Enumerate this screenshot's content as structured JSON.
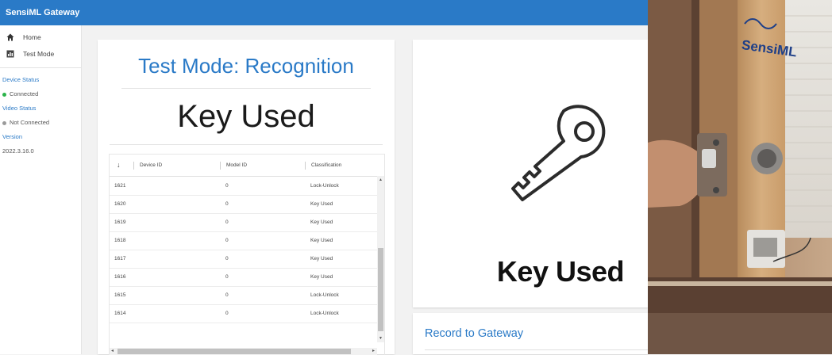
{
  "app": {
    "title": "SensiML Gateway"
  },
  "sidebar": {
    "items": [
      {
        "label": "Home",
        "icon": "home-icon"
      },
      {
        "label": "Test Mode",
        "icon": "chart-icon"
      }
    ],
    "device_status_label": "Device Status",
    "device_status_value": "Connected",
    "device_status_color": "#2bb34a",
    "video_status_label": "Video Status",
    "video_status_value": "Not Connected",
    "video_status_color": "#9a9a9a",
    "version_label": "Version",
    "version_value": "2022.3.16.0"
  },
  "recognition": {
    "title": "Test Mode: Recognition",
    "current_class": "Key Used"
  },
  "table": {
    "sort_icon": "↓",
    "columns": [
      "Device ID",
      "Model ID",
      "Classification"
    ],
    "rows": [
      {
        "id": "1621",
        "model": "0",
        "cls": "Lock-Unlock"
      },
      {
        "id": "1620",
        "model": "0",
        "cls": "Key Used"
      },
      {
        "id": "1619",
        "model": "0",
        "cls": "Key Used"
      },
      {
        "id": "1618",
        "model": "0",
        "cls": "Key Used"
      },
      {
        "id": "1617",
        "model": "0",
        "cls": "Key Used"
      },
      {
        "id": "1616",
        "model": "0",
        "cls": "Key Used"
      },
      {
        "id": "1615",
        "model": "0",
        "cls": "Lock-Unlock"
      },
      {
        "id": "1614",
        "model": "0",
        "cls": "Lock-Unlock"
      }
    ]
  },
  "icon_panel": {
    "icon": "key-icon",
    "label": "Key Used"
  },
  "record": {
    "title": "Record to Gateway"
  },
  "video": {
    "logo_text": "SensiML"
  },
  "colors": {
    "accent": "#2a7ac7"
  }
}
